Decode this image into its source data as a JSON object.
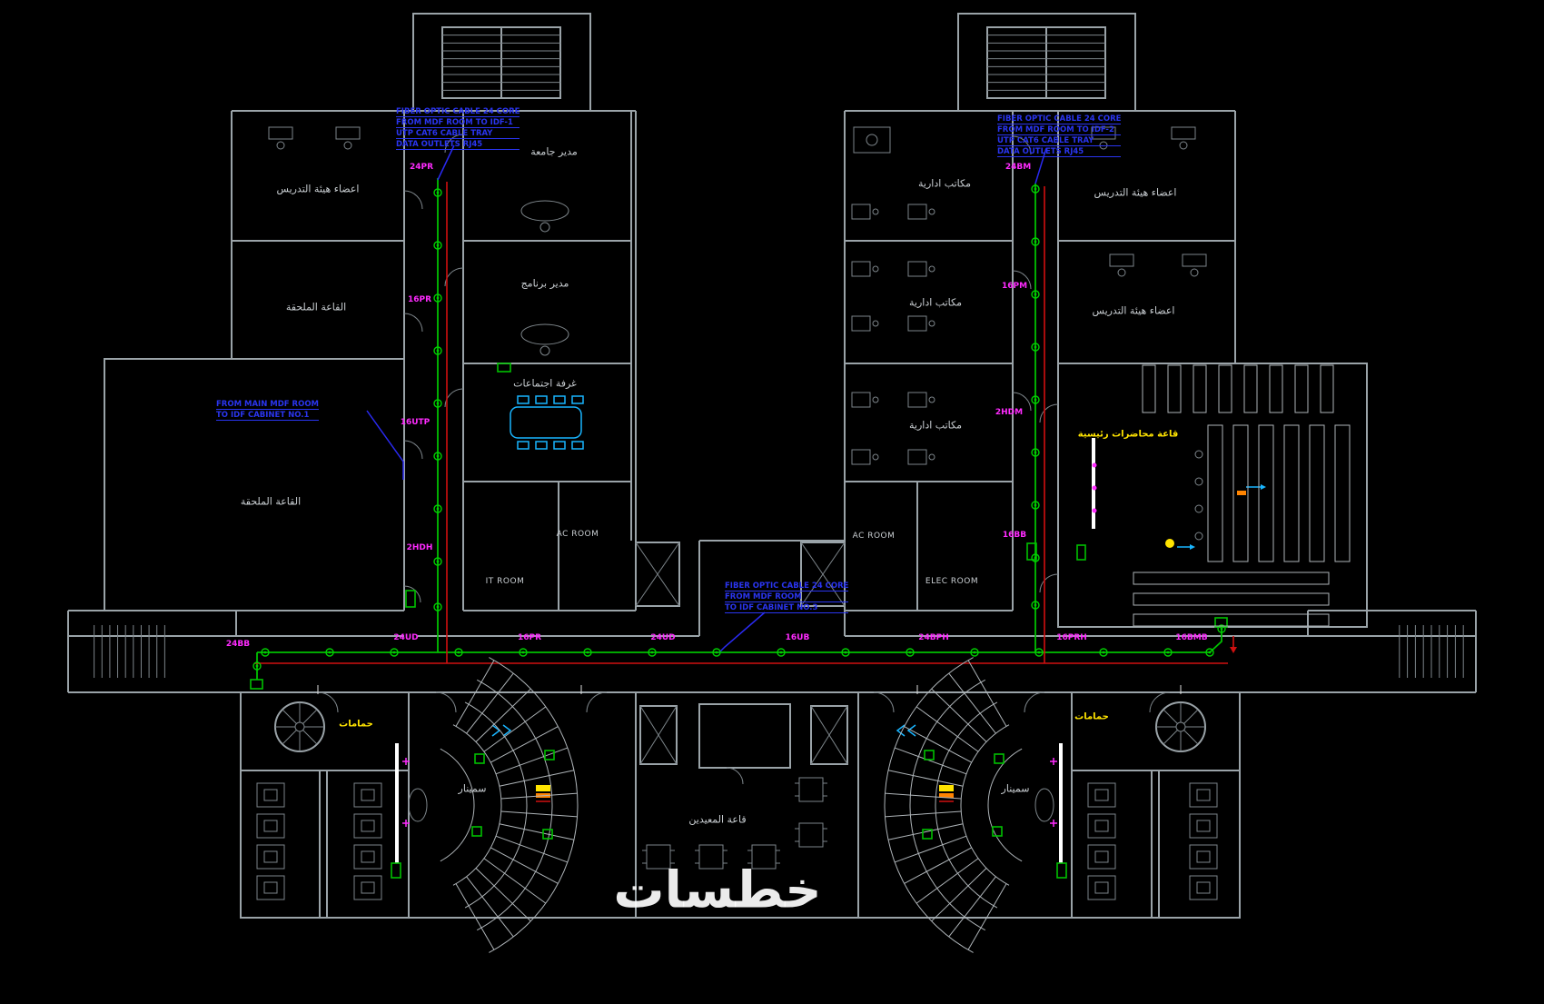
{
  "watermark": "خطسات",
  "colors": {
    "background": "#000000",
    "wall": "#9aa3a8",
    "cable_green": "#00c000",
    "cable_red": "#cf1010",
    "annotation_blue": "#2a2af2",
    "label_magenta": "#ff2bff",
    "highlight_yellow": "#ffe400",
    "screen_white": "#ffffff",
    "marker_cyan": "#19b5ff"
  },
  "rooms": {
    "left_faculty": "اعضاء هيئة التدريس",
    "left_annex_upper": "القاعة الملحقة",
    "left_annex_lower": "القاعة الملحقة",
    "director_university": "مدير جامعة",
    "director_program": "مدير برنامج",
    "meeting_room": "غرفة اجتماعات",
    "ac_room_left": "AC ROOM",
    "it_room": "IT ROOM",
    "admin_office_1": "مكاتب ادارية",
    "admin_office_2": "مكاتب ادارية",
    "admin_office_3": "مكاتب ادارية",
    "ac_room_right": "AC ROOM",
    "elec_room": "ELEC ROOM",
    "right_faculty_upper": "اعضاء هيئة التدريس",
    "right_faculty_lower": "اعضاء هيئة التدريس",
    "main_lecture_hall": "قاعة محاضرات رئيسية",
    "seminar_left": "سمينار",
    "seminar_right": "سمينار",
    "assistants_room": "قاعة المعيدين",
    "wc_left": "حمامات",
    "wc_right": "حمامات"
  },
  "cable_labels": {
    "left_riser": [
      "24PR",
      "16PR",
      "16UTP",
      "2HDH"
    ],
    "corridor": [
      "24BB",
      "24UD",
      "16PR",
      "24UD",
      "16UB",
      "24BPH",
      "16PRH",
      "16BMB"
    ],
    "right_riser": [
      "24BM",
      "16PM",
      "2HDM",
      "16BB"
    ]
  },
  "blue_notes": {
    "top_left": [
      "FIBER OPTIC CABLE 24 CORE",
      "FROM MDF ROOM TO IDF-1",
      "UTP CAT6 CABLE TRAY",
      "DATA OUTLETS RJ45"
    ],
    "top_right": [
      "FIBER OPTIC CABLE 24 CORE",
      "FROM MDF ROOM TO IDF-2",
      "UTP CAT6 CABLE TRAY",
      "DATA OUTLETS RJ45"
    ],
    "mid_left": [
      "FROM MAIN MDF ROOM",
      "TO IDF CABINET NO.1"
    ],
    "center": [
      "FIBER OPTIC CABLE 24 CORE",
      "FROM MDF ROOM",
      "TO IDF CABINET NO.3"
    ]
  }
}
